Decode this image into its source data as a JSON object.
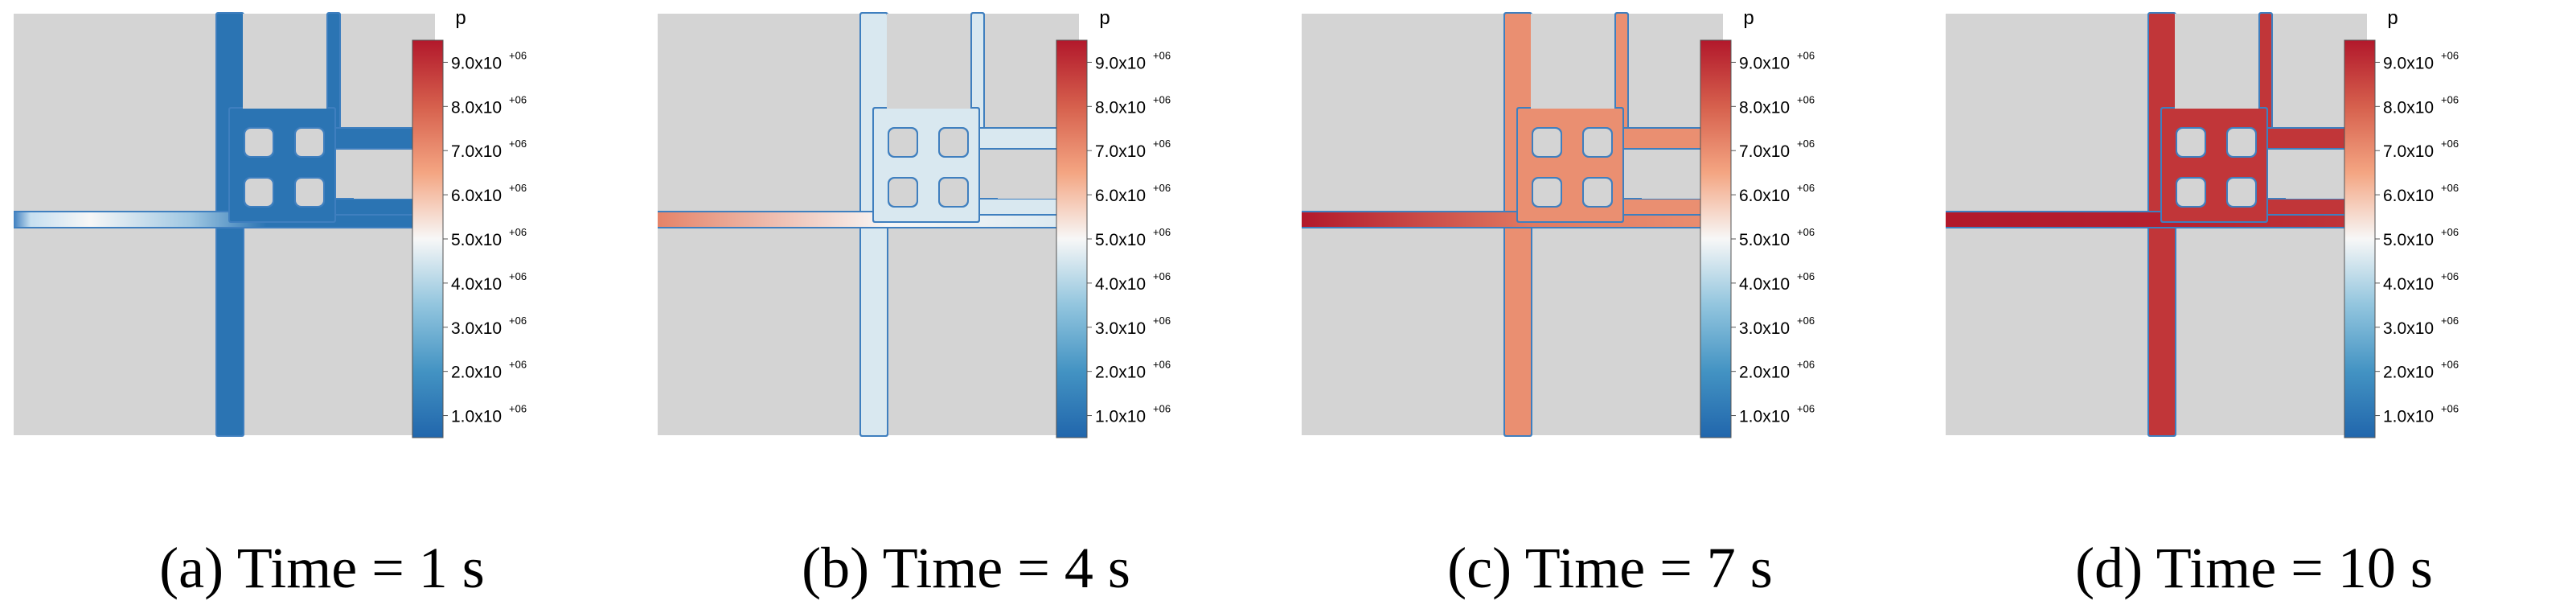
{
  "colorbar": {
    "title": "p",
    "ticks": [
      {
        "value": 9.0,
        "mantissa": "9.0x10",
        "exponent": "+06"
      },
      {
        "value": 8.0,
        "mantissa": "8.0x10",
        "exponent": "+06"
      },
      {
        "value": 7.0,
        "mantissa": "7.0x10",
        "exponent": "+06"
      },
      {
        "value": 6.0,
        "mantissa": "6.0x10",
        "exponent": "+06"
      },
      {
        "value": 5.0,
        "mantissa": "5.0x10",
        "exponent": "+06"
      },
      {
        "value": 4.0,
        "mantissa": "4.0x10",
        "exponent": "+06"
      },
      {
        "value": 3.0,
        "mantissa": "3.0x10",
        "exponent": "+06"
      },
      {
        "value": 2.0,
        "mantissa": "2.0x10",
        "exponent": "+06"
      },
      {
        "value": 1.0,
        "mantissa": "1.0x10",
        "exponent": "+06"
      }
    ],
    "stops": [
      "#b2182b",
      "#d6604d",
      "#f4a582",
      "#f7f7f7",
      "#92c5de",
      "#4393c3",
      "#2166ac"
    ]
  },
  "colors": {
    "matrix": "#d4d4d4",
    "low": "#3f7fbf",
    "high": "#c9262c",
    "mid": "#f7f7f7",
    "rim": "#3f7fbf"
  },
  "panels": [
    {
      "caption": "(a) Time = 1 s",
      "level": 0.05,
      "front": 0.3
    },
    {
      "caption": "(b) Time = 4 s",
      "level": 0.45,
      "front": 0.0
    },
    {
      "caption": "(c) Time = 7 s",
      "level": 0.72,
      "front": 0.0
    },
    {
      "caption": "(d) Time = 10 s",
      "level": 0.93,
      "front": 0.0
    }
  ]
}
